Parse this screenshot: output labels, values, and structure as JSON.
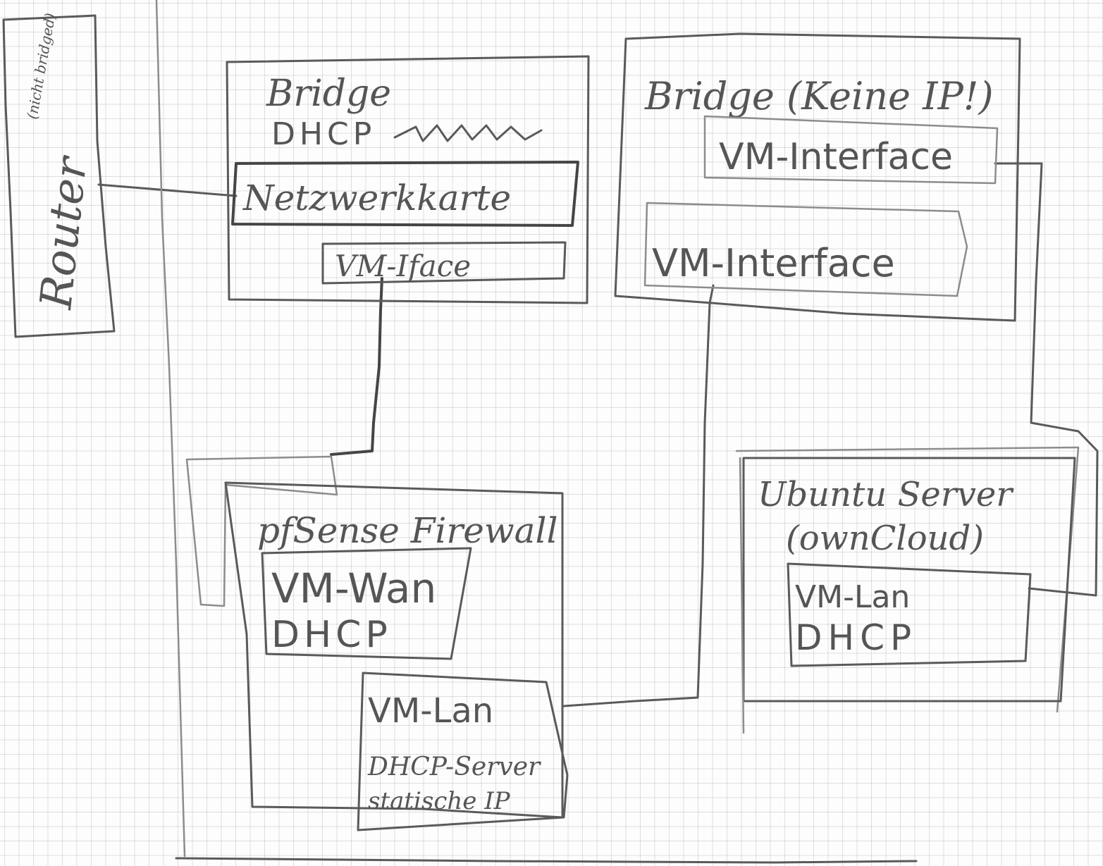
{
  "router": {
    "label": "Router",
    "note": "(nicht bridged)"
  },
  "bridge_dhcp": {
    "title": "Bridge",
    "subtitle": "DHCP",
    "network_card": "Netzwerkkarte",
    "vm_face": "VM-Iface"
  },
  "bridge_noip": {
    "title": "Bridge (Keine IP!)",
    "vm_interface_1": "VM-Interface",
    "vm_interface_2": "VM-Interface"
  },
  "pfsense": {
    "title": "pfSense Firewall",
    "vm_wan": "VM-Wan",
    "vm_wan_mode": "DHCP",
    "vm_lan": "VM-Lan",
    "vm_lan_mode_1": "DHCP-Server",
    "vm_lan_mode_2": "statische IP"
  },
  "ubuntu": {
    "title_1": "Ubuntu Server",
    "title_2": "(ownCloud)",
    "vm_lan": "VM-Lan",
    "vm_lan_mode": "DHCP"
  }
}
